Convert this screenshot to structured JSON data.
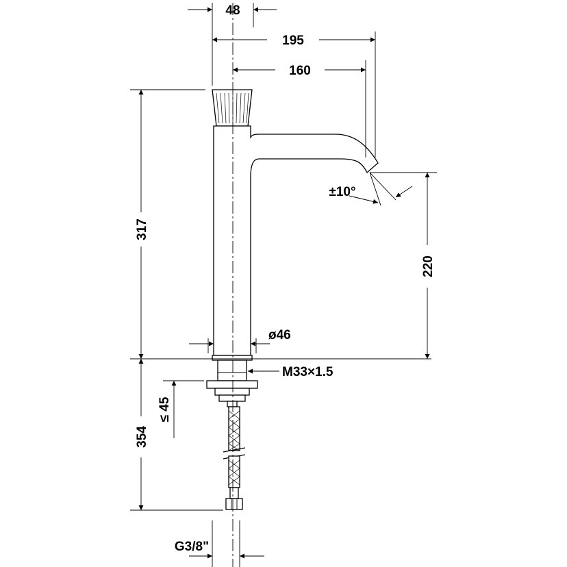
{
  "dimensions": {
    "cartridge_width": "48",
    "total_projection": "195",
    "spout_projection": "160",
    "swivel_angle": "±10°",
    "total_height": "317",
    "spout_height": "220",
    "body_diameter": "ø46",
    "thread": "M33×1.5",
    "max_counter_thickness": "≤ 45",
    "hose_length": "354",
    "connection": "G3/8\""
  },
  "colors": {
    "line": "#000000",
    "background": "#ffffff"
  }
}
